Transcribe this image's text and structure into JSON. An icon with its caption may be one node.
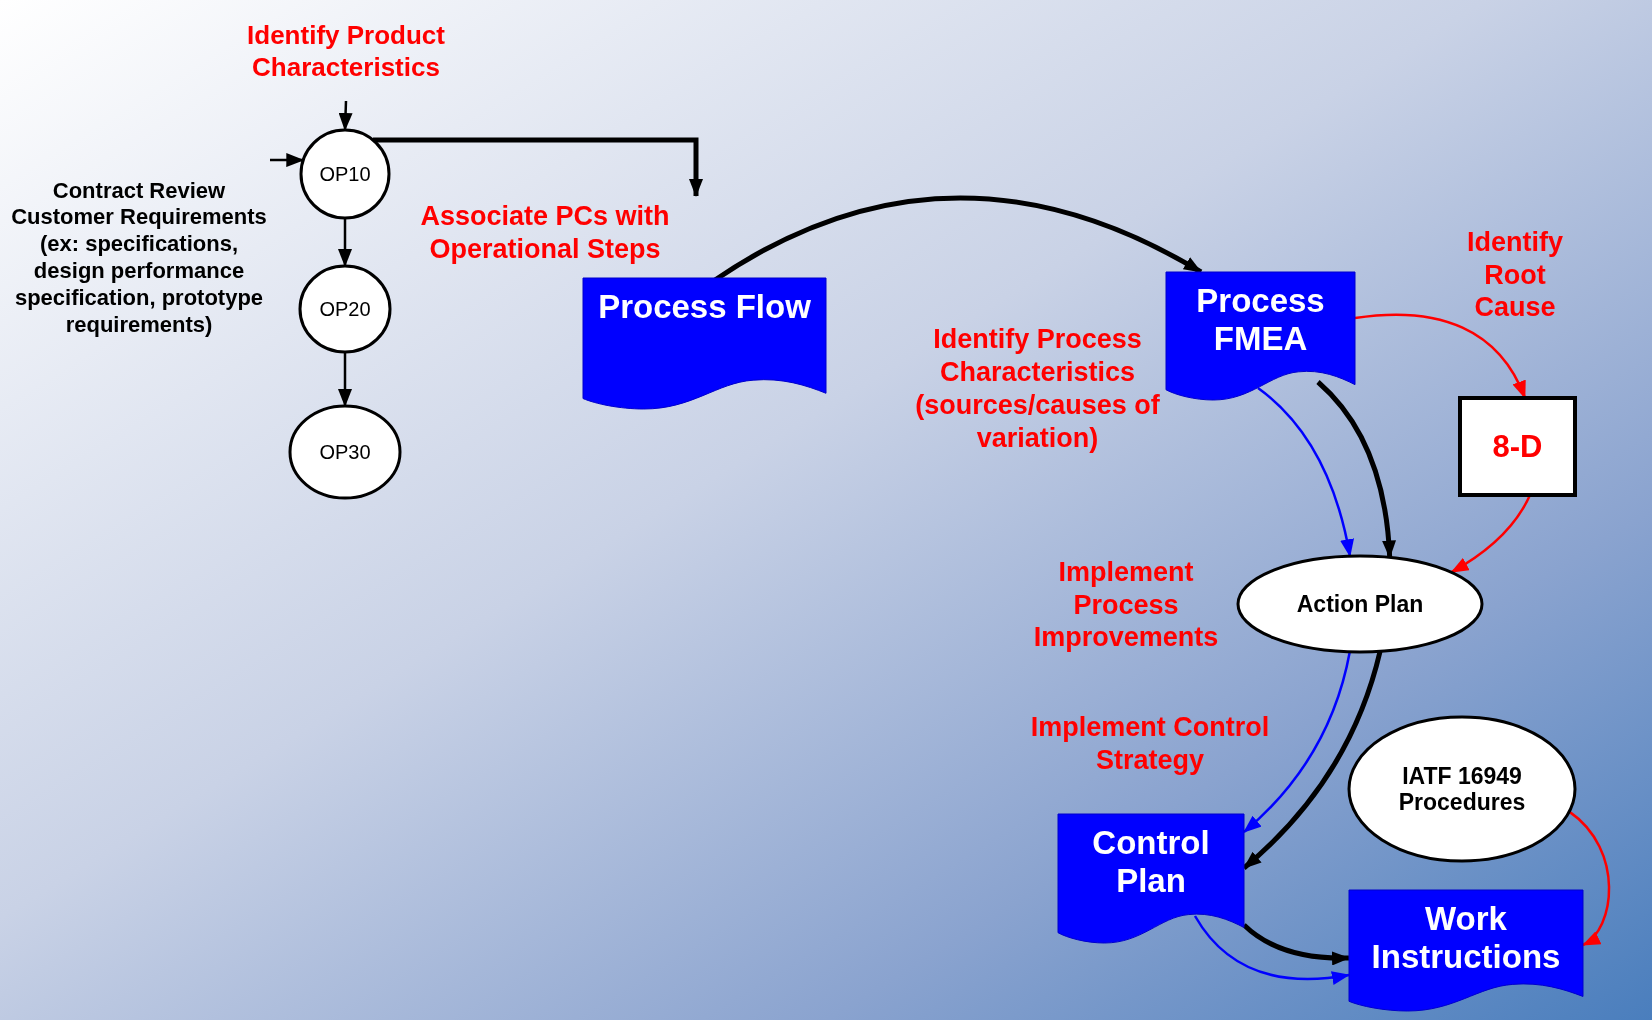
{
  "diagram": {
    "nodes": [
      {
        "text": [
          "Identify Product Characteristics"
        ]
      },
      {
        "text": [
          "Contract Review Customer Requirements (ex: specifications, design performance specification, prototype requirements)"
        ]
      },
      {
        "text": [
          "OP10"
        ]
      },
      {
        "text": [
          "OP20"
        ]
      },
      {
        "text": [
          "OP30"
        ]
      },
      {
        "text": [
          "Associate PCs with Operational Steps"
        ]
      },
      {
        "text": [
          "Process Flow"
        ]
      },
      {
        "text": [
          "Process FMEA"
        ]
      },
      {
        "text": [
          "8-D"
        ]
      },
      {
        "text": [
          "Action Plan"
        ]
      },
      {
        "text": [
          "IATF 16949 Procedures"
        ]
      },
      {
        "text": [
          "Control Plan"
        ]
      },
      {
        "text": [
          "Work Instructions"
        ]
      }
    ],
    "edges": [
      {
        "from": 0,
        "to": 2,
        "arrow": "to"
      },
      {
        "from": 1,
        "to": 2,
        "arrow": "to"
      },
      {
        "from": 2,
        "to": 3,
        "arrow": "to"
      },
      {
        "from": 3,
        "to": 4,
        "arrow": "to"
      },
      {
        "from": 2,
        "to": 5,
        "arrow": "to",
        "style": "thick"
      },
      {
        "from": 6,
        "to": 7,
        "arrow": "to",
        "style": "thick"
      },
      {
        "from": 7,
        "to": 8,
        "arrow": "to",
        "color": "#ff0000"
      },
      {
        "from": 7,
        "to": 9,
        "arrow": "to",
        "color": "#0000ff"
      },
      {
        "from": 7,
        "to": 9,
        "arrow": "to",
        "style": "thick"
      },
      {
        "from": 8,
        "to": 9,
        "arrow": "to",
        "color": "#ff0000"
      },
      {
        "from": 9,
        "to": 11,
        "arrow": "to",
        "color": "#0000ff"
      },
      {
        "from": 9,
        "to": 11,
        "arrow": "to",
        "style": "thick"
      },
      {
        "from": 11,
        "to": 12,
        "arrow": "to",
        "color": "#0000ff"
      },
      {
        "from": 11,
        "to": 12,
        "arrow": "to",
        "style": "thick"
      },
      {
        "from": 10,
        "to": 12,
        "arrow": "to",
        "color": "#ff0000"
      }
    ],
    "labels": [
      "Identify Process Characteristics (sources/causes of variation)",
      "Identify Root Cause",
      "Implement Process Improvements",
      "Implement Control Strategy"
    ]
  }
}
